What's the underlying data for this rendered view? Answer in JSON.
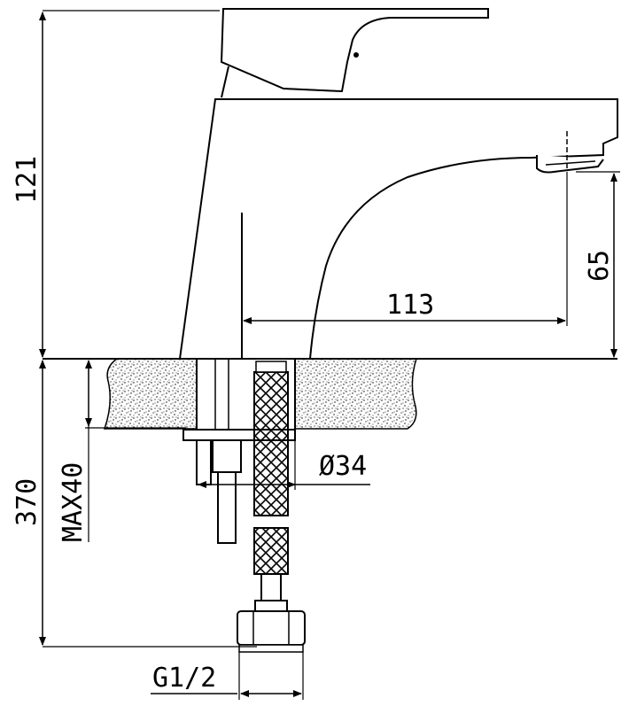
{
  "dimensions": {
    "height_total": "121",
    "spout_height": "65",
    "spout_reach": "113",
    "body_diameter": "Ø34",
    "max_thickness": "MAX40",
    "hose_length": "370",
    "thread": "G1/2"
  },
  "colors": {
    "line": "#000000",
    "background": "#ffffff",
    "hatch_stipple": "#000000"
  }
}
